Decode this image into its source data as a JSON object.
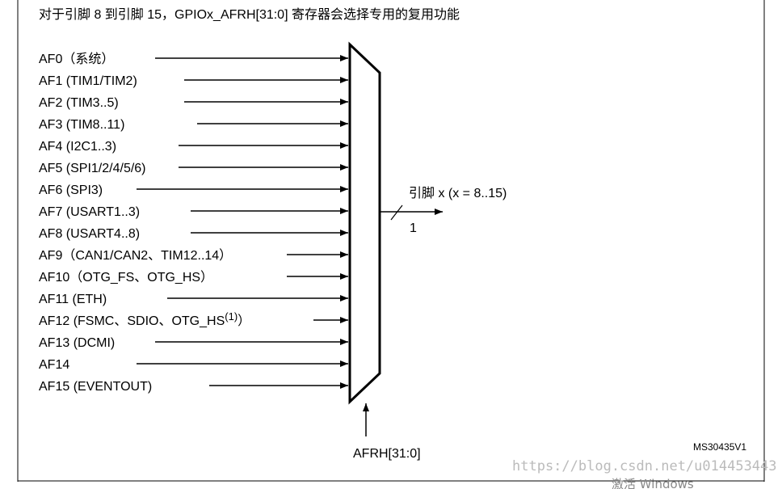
{
  "title": "对于引脚 8 到引脚 15，GPIOx_AFRH[31:0] 寄存器会选择专用的复用功能",
  "inputs": [
    {
      "label": "AF0（系统）"
    },
    {
      "label": "AF1 (TIM1/TIM2)"
    },
    {
      "label": "AF2 (TIM3..5)"
    },
    {
      "label": "AF3 (TIM8..11)"
    },
    {
      "label": "AF4 (I2C1..3)"
    },
    {
      "label": "AF5 (SPI1/2/4/5/6)"
    },
    {
      "label": "AF6 (SPI3)"
    },
    {
      "label": "AF7 (USART1..3)"
    },
    {
      "label": "AF8 (USART4..8)"
    },
    {
      "label": "AF9（CAN1/CAN2、TIM12..14）"
    },
    {
      "label": "AF10（OTG_FS、OTG_HS）"
    },
    {
      "label": "AF11 (ETH)"
    },
    {
      "label": "AF12 (FSMC、SDIO、OTG_HS",
      "sup": "(1)",
      "suffix": "）"
    },
    {
      "label": "AF13 (DCMI)"
    },
    {
      "label": "AF14"
    },
    {
      "label": "AF15 (EVENTOUT)"
    }
  ],
  "output": {
    "label": "引脚 x (x = 8..15)",
    "width": "1"
  },
  "select": {
    "label": "AFRH[31:0]"
  },
  "figure_id": "MS30435V1",
  "watermark": "https://blog.csdn.net/u014453443",
  "overlay": "激活 Windows"
}
